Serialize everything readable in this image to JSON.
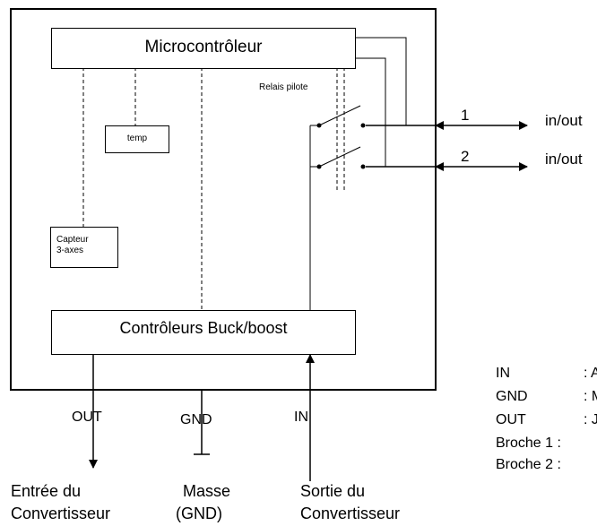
{
  "microcontroller": {
    "label": "Microcontrôleur"
  },
  "relay": {
    "label": "Relais pilote"
  },
  "temp_sensor": {
    "label": "temp"
  },
  "accelerometer": {
    "line1": "Capteur",
    "line2": "3-axes"
  },
  "buck_boost": {
    "label": "Contrôleurs Buck/boost"
  },
  "ports": [
    {
      "number": "1",
      "label": "in/out"
    },
    {
      "number": "2",
      "label": "in/out"
    }
  ],
  "pins": {
    "out": "OUT",
    "gnd": "GND",
    "in": "IN"
  },
  "captions": {
    "out_line1": "Entrée du",
    "out_line2": "Convertisseur",
    "gnd_line1": "Masse",
    "gnd_line2": "(GND)",
    "in_line1": "Sortie du",
    "in_line2": "Convertisseur"
  },
  "legend": [
    {
      "key": "IN",
      "value": ": A"
    },
    {
      "key": "GND",
      "value": ": M"
    },
    {
      "key": "OUT",
      "value": ": J"
    },
    {
      "key": "Broche 1 :",
      "value": ""
    },
    {
      "key": "Broche 2 :",
      "value": ""
    }
  ]
}
